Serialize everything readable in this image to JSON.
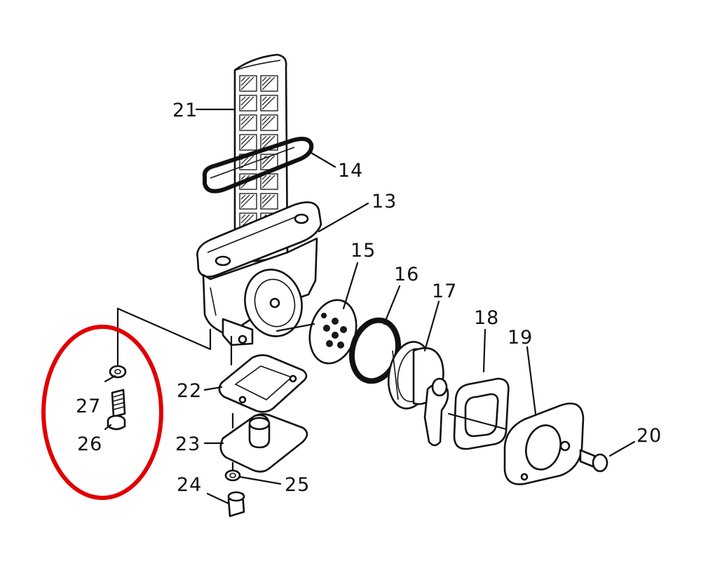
{
  "diagram": {
    "parts": [
      {
        "key": "21",
        "label": "21"
      },
      {
        "key": "14",
        "label": "14"
      },
      {
        "key": "13",
        "label": "13"
      },
      {
        "key": "15",
        "label": "15"
      },
      {
        "key": "16",
        "label": "16"
      },
      {
        "key": "17",
        "label": "17"
      },
      {
        "key": "18",
        "label": "18"
      },
      {
        "key": "19",
        "label": "19"
      },
      {
        "key": "20",
        "label": "20"
      },
      {
        "key": "22",
        "label": "22"
      },
      {
        "key": "23",
        "label": "23"
      },
      {
        "key": "24",
        "label": "24"
      },
      {
        "key": "25",
        "label": "25"
      },
      {
        "key": "26",
        "label": "26"
      },
      {
        "key": "27",
        "label": "27"
      }
    ],
    "highlight": {
      "color": "#e00000",
      "target": [
        "26",
        "27"
      ]
    }
  }
}
